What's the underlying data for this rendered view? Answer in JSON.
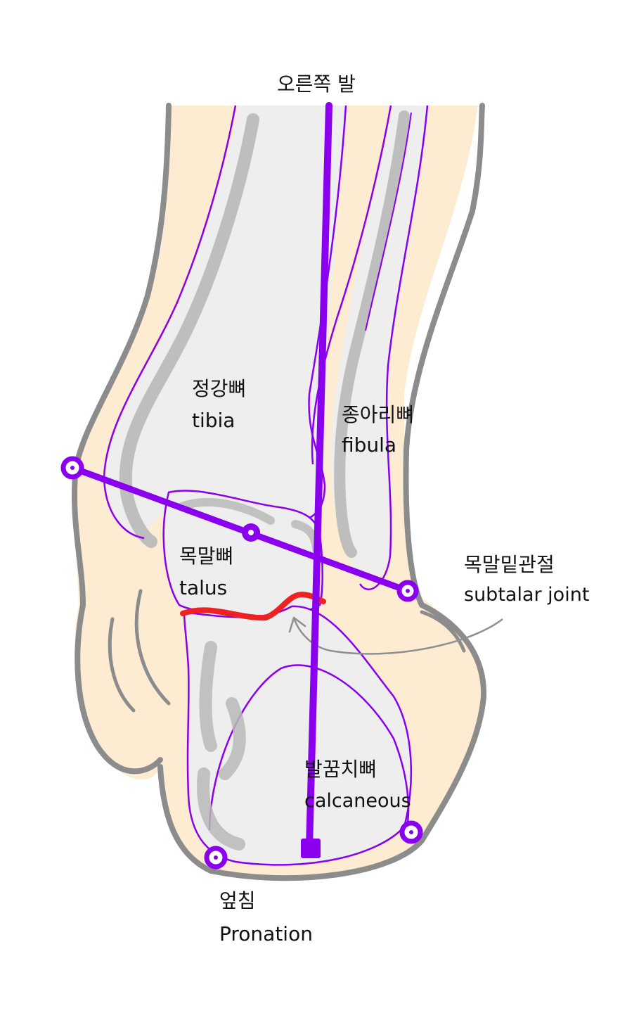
{
  "diagram": {
    "title": "오른쪽 발",
    "labels": {
      "tibia_ko": "정강뼈",
      "tibia_en": "tibia",
      "fibula_ko": "종아리뼈",
      "fibula_en": "fibula",
      "talus_ko": "목말뼈",
      "talus_en": "talus",
      "subtalar_ko": "목말밑관절",
      "subtalar_en": "subtalar joint",
      "calcaneus_ko": "발꿈치뼈",
      "calcaneus_en": "calcaneous",
      "pronation_ko": "엎침",
      "pronation_en": "Pronation"
    },
    "colors": {
      "axis": "#8a00ee",
      "joint": "#ee2222",
      "skin": "#fdebd2",
      "bone": "#eeeeee",
      "bone_shadow": "#b8b8b8",
      "outline": "#8c8c8c",
      "arrow": "#8f8f8f"
    }
  }
}
